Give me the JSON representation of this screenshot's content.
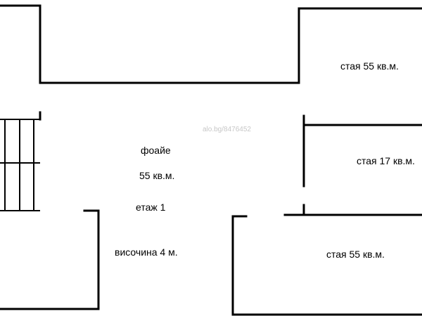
{
  "plan": {
    "watermark": "alo.bg/8476452",
    "foyer": {
      "name": "фоайе",
      "area": "55 кв.м.",
      "floor": "етаж 1",
      "height": "височина 4 м."
    },
    "rooms": [
      {
        "label": "стая 55 кв.м."
      },
      {
        "label": "стая 17 кв.м."
      },
      {
        "label": "стая 55 кв.м."
      }
    ]
  }
}
